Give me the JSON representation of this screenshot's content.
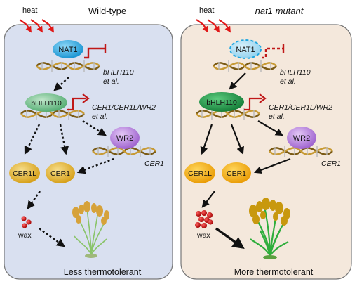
{
  "heat_label": "heat",
  "left": {
    "title": "Wild-type",
    "nat1_label": "NAT1",
    "target_label_1": "bHLH110",
    "target_label_2": "et al.",
    "bhlh110_label": "bHLH110",
    "cer_targets_label_1": "CER1/CER1L/WR2",
    "cer_targets_label_2": "et al.",
    "wr2_label": "WR2",
    "cer1_gene_label": "CER1",
    "cer1l_label": "CER1L",
    "cer1_label": "CER1",
    "wax_label": "wax",
    "outcome_label": "Less thermotolerant"
  },
  "right": {
    "title": "nat1 mutant",
    "nat1_label": "NAT1",
    "target_label_1": "bHLH110",
    "target_label_2": "et al.",
    "bhlh110_label": "bHLH110",
    "cer_targets_label_1": "CER1/CER1L/WR2",
    "cer_targets_label_2": "et al.",
    "wr2_label": "WR2",
    "cer1_gene_label": "CER1",
    "cer1l_label": "CER1L",
    "cer1_label": "CER1",
    "wax_label": "wax",
    "outcome_label": "More thermotolerant"
  },
  "colors": {
    "left_panel_bg": "#d9e0f0",
    "right_panel_bg": "#f4e8dc",
    "nat1": "#1fa6e0",
    "bhlh110_left": "#6fbf8a",
    "bhlh110_right": "#1e9a48",
    "wr2": "#b880e0",
    "cer_left": "#e8b832",
    "cer_right": "#f2b50f",
    "promoter_arrow": "#c01818",
    "heat_arrow": "#e01818",
    "wax": "#c81818"
  }
}
